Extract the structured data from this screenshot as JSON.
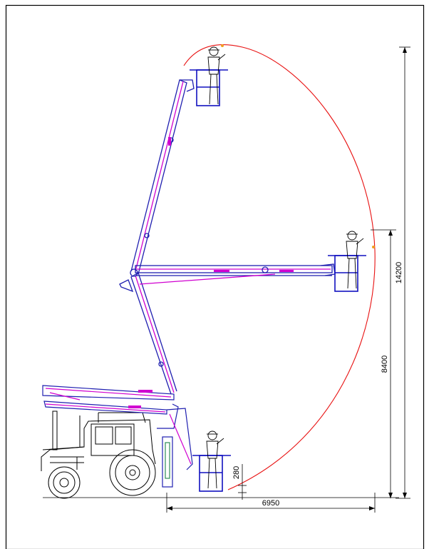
{
  "dimensions": {
    "max_height": "14200",
    "horizontal_height": "8400",
    "low_offset": "280",
    "horizontal_reach": "6950"
  },
  "colors": {
    "boom_outline": "#1f1fb0",
    "boom_accent": "#d000d0",
    "envelope_arc": "#e81010",
    "basket_outline": "#1010c0",
    "vehicle_line": "#000000",
    "frame": "#000000"
  },
  "icons": [
    "operator-icon",
    "tractor-icon",
    "basket-icon"
  ]
}
